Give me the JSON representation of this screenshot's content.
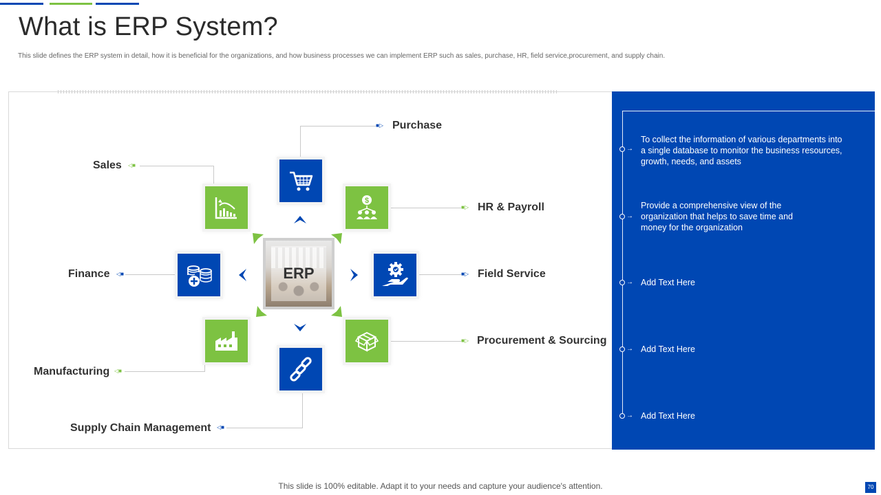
{
  "slide": {
    "title": "What is ERP System?",
    "subtitle": "This slide defines the ERP  system in detail,  how it is beneficial for the organizations, and how business processes we can implement  ERP  such as sales, purchase, HR,  field service,procurement, and supply chain.",
    "center_label": "ERP"
  },
  "modules": {
    "purchase": "Purchase",
    "sales": "Sales",
    "hr_payroll": "HR & Payroll",
    "finance": "Finance",
    "field_service": "Field Service",
    "manufacturing": "Manufacturing",
    "procurement": "Procurement & Sourcing",
    "supply_chain": "Supply Chain Management"
  },
  "icons": {
    "purchase": "shopping-cart-icon",
    "sales": "sales-chart-icon",
    "hr_payroll": "payroll-people-icon",
    "finance": "coins-icon",
    "field_service": "gear-hand-icon",
    "manufacturing": "factory-icon",
    "procurement": "box-icon",
    "supply_chain": "chain-link-icon"
  },
  "panel": {
    "items": [
      "To collect the information  of various  departments into a single database to monitor the business resources, growth, needs, and assets",
      "Provide  a comprehensive  view  of the organization  that helps to save time and money for the organization",
      "Add Text Here",
      "Add Text Here",
      "Add Text Here"
    ]
  },
  "footer": {
    "text": "This slide is 100% editable. Adapt it to your needs and capture your audience's attention.",
    "page_number": "70"
  },
  "colors": {
    "blue": "#0047b3",
    "green": "#7dc242",
    "text": "#333333"
  }
}
